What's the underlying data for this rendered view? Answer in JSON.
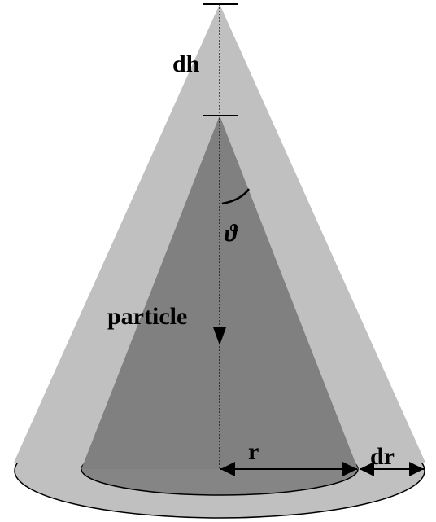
{
  "diagram": {
    "labels": {
      "dh": "dh",
      "theta": "ϑ",
      "particle": "particle",
      "r": "r",
      "dr": "dr"
    },
    "colors": {
      "outer_cone": "#c0c0c0",
      "inner_cone": "#808080",
      "inner_base": "#858585",
      "stroke": "#000000",
      "background": "#ffffff"
    }
  }
}
